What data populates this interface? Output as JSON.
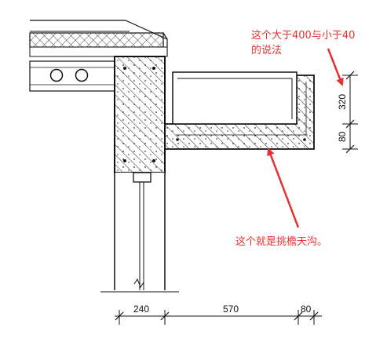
{
  "annotations": {
    "top_note_line1": "这个大于400与小于40",
    "top_note_line2": "的说法",
    "bottom_note": "这个就是挑檐天沟。"
  },
  "dimensions": {
    "vertical_upper": "320",
    "vertical_lower": "80",
    "horizontal": [
      "240",
      "570",
      "80"
    ]
  },
  "colors": {
    "annotation": "#e8302e",
    "drawing": "#111111"
  }
}
